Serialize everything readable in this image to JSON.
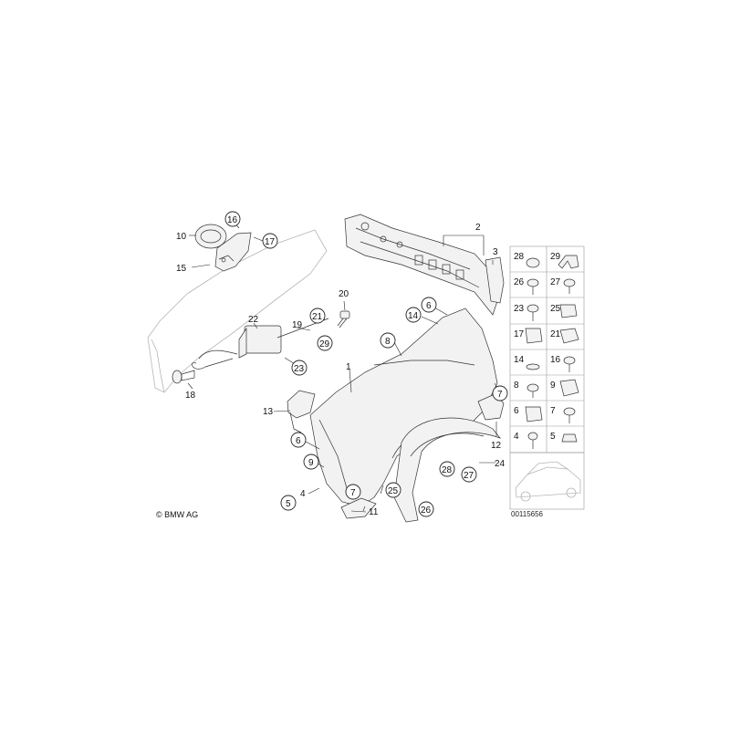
{
  "copyright": "© BMW AG",
  "diagram_id": "00115656",
  "callouts": {
    "c1": "1",
    "c2": "2",
    "c3": "3",
    "c4": "4",
    "c5": "5",
    "c6a": "6",
    "c6b": "6",
    "c7a": "7",
    "c7b": "7",
    "c8": "8",
    "c9": "9",
    "c10": "10",
    "c11": "11",
    "c12": "12",
    "c13": "13",
    "c14": "14",
    "c15": "15",
    "c16": "16",
    "c17": "17",
    "c18": "18",
    "c19": "19",
    "c20": "20",
    "c21": "21",
    "c22": "22",
    "c23": "23",
    "c24": "24",
    "c25": "25",
    "c26": "26",
    "c27": "27",
    "c28": "28",
    "c29": "29"
  },
  "fastener_grid": [
    [
      "28",
      "29"
    ],
    [
      "26",
      "27"
    ],
    [
      "23",
      "25"
    ],
    [
      "17",
      "21"
    ],
    [
      "14",
      "16"
    ],
    [
      "8",
      "9"
    ],
    [
      "6",
      "7"
    ],
    [
      "4",
      "5"
    ]
  ]
}
